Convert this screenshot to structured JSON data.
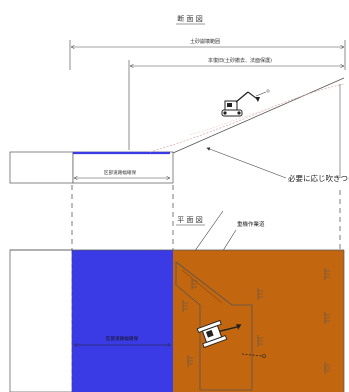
{
  "section_title": "断 面 図",
  "plan_title": "平 面 図",
  "top_dim_label": "土砂崩壊範囲",
  "second_dim_label": "本復旧(土砂撤去、法面保護)",
  "road_width_label_section": "区部道路幅確保",
  "road_width_label_plan": "区部道路幅確保",
  "spray_label": "必要に応じ吹きつけ",
  "work_road_label": "重機作業道",
  "colors": {
    "road_blue": "#3b3be6",
    "soil_orange": "#c2660f",
    "line": "#333333"
  },
  "icons": {
    "excavator_section": "excavator-icon",
    "excavator_plan": "excavator-plan-icon"
  }
}
